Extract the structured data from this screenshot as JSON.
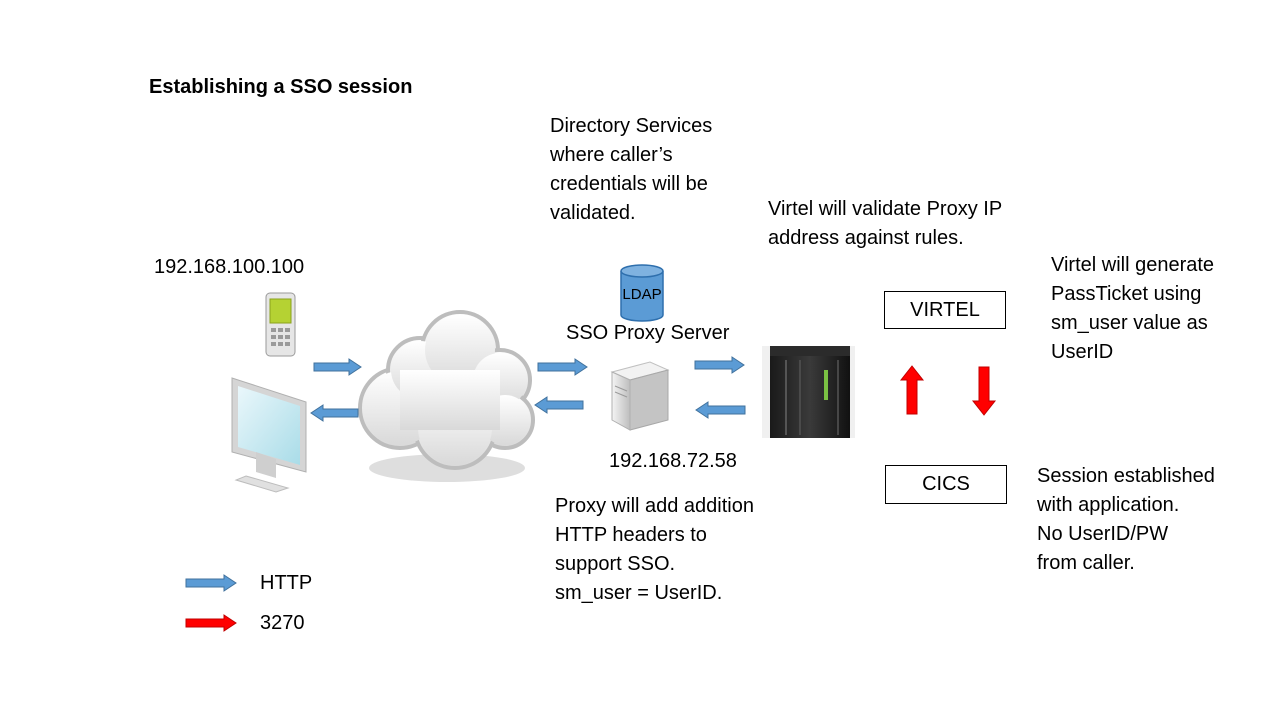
{
  "title": "Establishing a SSO session",
  "client_ip": "192.168.100.100",
  "ldap_label": "LDAP",
  "proxy_label": "SSO Proxy Server",
  "proxy_ip": "192.168.72.58",
  "notes": {
    "directory": [
      "Directory Services",
      "where caller’s",
      "credentials will be",
      "validated."
    ],
    "virtel_validate": [
      "Virtel will validate Proxy IP",
      "address against rules."
    ],
    "virtel_generate": [
      "Virtel will generate",
      "PassTicket using",
      "sm_user value as",
      "UserID"
    ],
    "proxy_headers": [
      "Proxy will add addition",
      "HTTP headers to",
      "support SSO.",
      "sm_user = UserID."
    ],
    "session": [
      "Session established",
      "with application.",
      "No UserID/PW",
      "from caller."
    ]
  },
  "boxes": {
    "virtel": "VIRTEL",
    "cics": "CICS"
  },
  "legend": [
    {
      "label": "HTTP",
      "color": "#5b9bd5"
    },
    {
      "label": "3270",
      "color": "#ff0000"
    }
  ],
  "colors": {
    "http_arrow": "#5b9bd5",
    "tn3270_arrow": "#ff0000",
    "ldap_cylinder": "#5b9bd5"
  }
}
